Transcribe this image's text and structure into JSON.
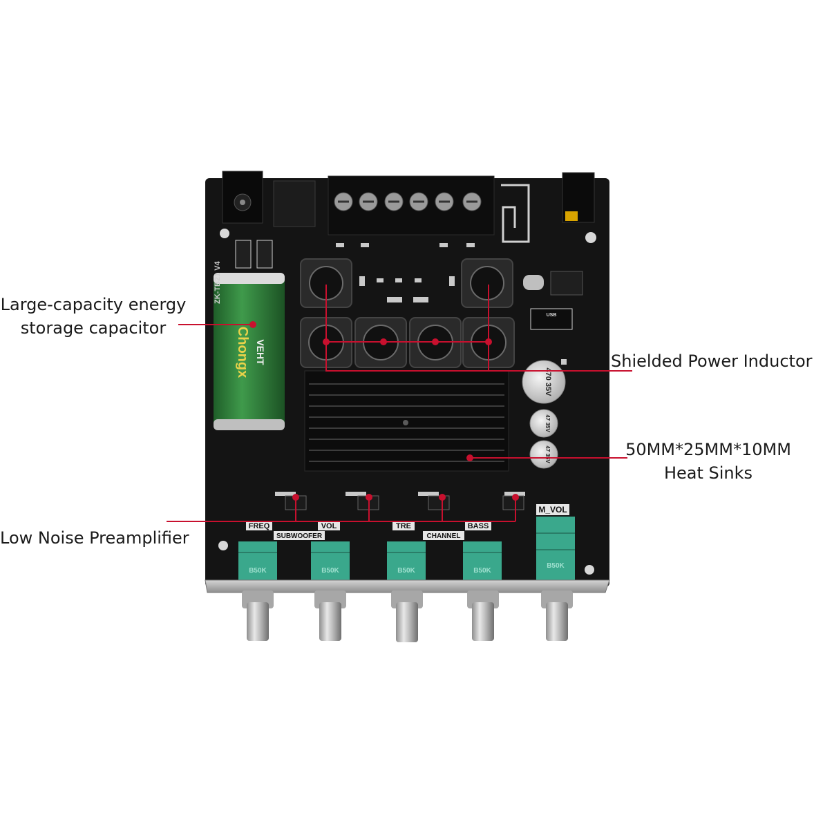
{
  "callouts": {
    "capacitor_line1": "Large-capacity energy",
    "capacitor_line2": "storage capacitor",
    "inductor": "Shielded Power Inductor",
    "heatsink_line1": "50MM*25MM*10MM",
    "heatsink_line2": "Heat Sinks",
    "preamp": "Low Noise Preamplifier"
  },
  "board": {
    "model": "ZK-TB21 V4",
    "capacitor_brand": "Chongx",
    "capacitor_series": "VEHT",
    "filter_caps": [
      "470 35V",
      "47 35V",
      "47 35V"
    ],
    "knob_labels": [
      "FREQ",
      "VOL",
      "TRE",
      "BASS",
      "M_VOL"
    ],
    "group_labels": [
      "SUBWOOFER",
      "CHANNEL"
    ],
    "pot_values": [
      "B50K",
      "B50K",
      "B50K",
      "B50K",
      "B50K"
    ],
    "usb_label": "USB"
  },
  "colors": {
    "pcb": "#141414",
    "accent_line": "#c8102e",
    "capacitor": "#2f7d3a",
    "potentiometer": "#3aa88c",
    "heatsink": "#0c0c0c",
    "text": "#1a1a1a"
  }
}
